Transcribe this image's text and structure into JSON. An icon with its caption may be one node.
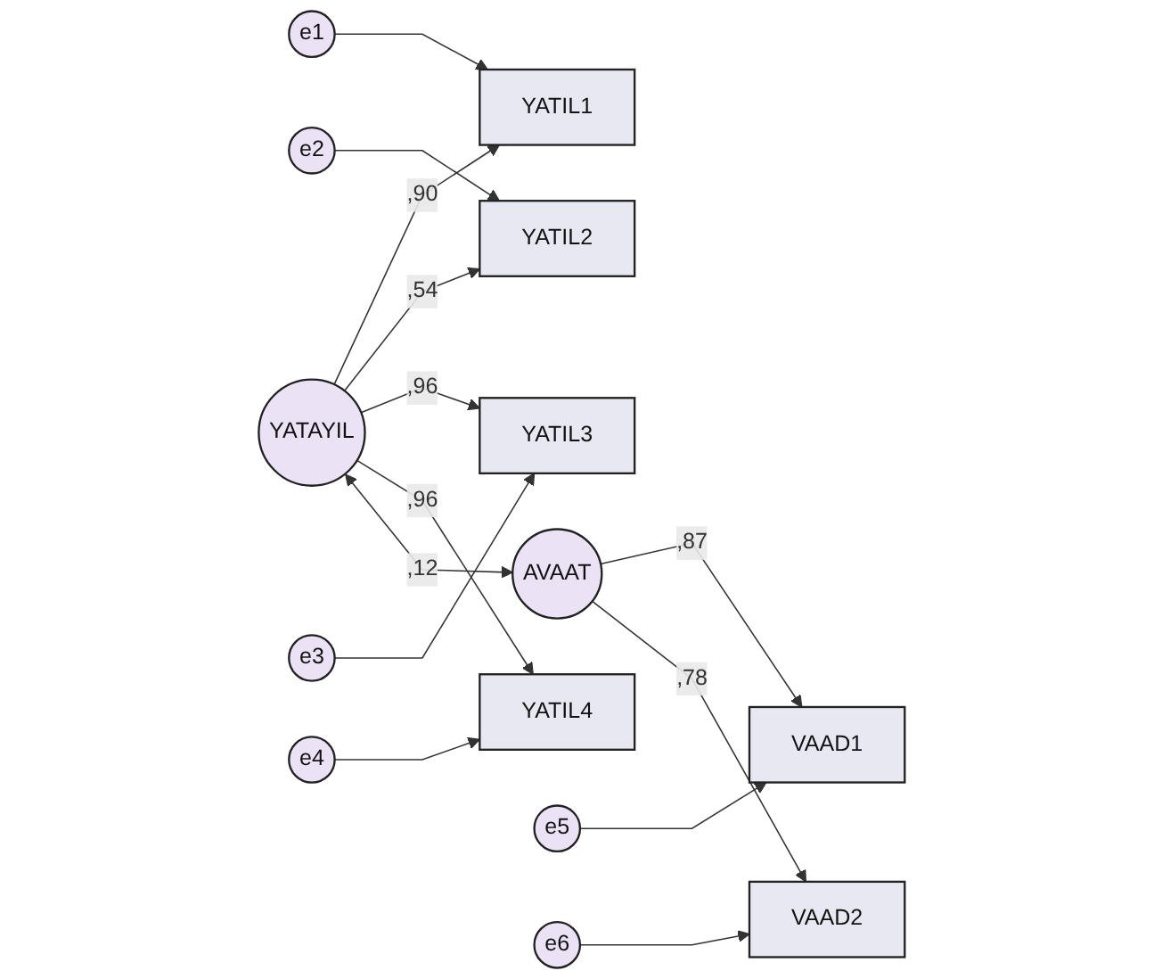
{
  "diagram": {
    "nodes": [
      {
        "text": [
          "YATAYIL"
        ]
      },
      {
        "text": [
          "YATIL1"
        ]
      },
      {
        "text": [
          "YATIL2"
        ]
      },
      {
        "text": [
          "YATIL3"
        ]
      },
      {
        "text": [
          "YATIL4"
        ]
      },
      {
        "text": [
          "e1"
        ]
      },
      {
        "text": [
          "e2"
        ]
      },
      {
        "text": [
          "e3"
        ]
      },
      {
        "text": [
          "e4"
        ]
      },
      {
        "text": [
          "AVAAT"
        ]
      },
      {
        "text": [
          "VAAD1"
        ]
      },
      {
        "text": [
          "VAAD2"
        ]
      },
      {
        "text": [
          "e5"
        ]
      },
      {
        "text": [
          "e6"
        ]
      }
    ],
    "edges": [
      {
        "from": 0,
        "to": 1,
        "arrow": "to",
        "label": ",90"
      },
      {
        "from": 0,
        "to": 2,
        "arrow": "to",
        "label": ",54"
      },
      {
        "from": 0,
        "to": 3,
        "arrow": "to",
        "label": ",96"
      },
      {
        "from": 0,
        "to": 4,
        "arrow": "to",
        "label": ",96"
      },
      {
        "from": 5,
        "to": 1,
        "arrow": "to"
      },
      {
        "from": 6,
        "to": 2,
        "arrow": "to"
      },
      {
        "from": 7,
        "to": 3,
        "arrow": "to"
      },
      {
        "from": 8,
        "to": 4,
        "arrow": "to"
      },
      {
        "from": 0,
        "to": 9,
        "arrow": "both",
        "label": ",12"
      },
      {
        "from": 9,
        "to": 10,
        "arrow": "to",
        "label": ",87"
      },
      {
        "from": 9,
        "to": 11,
        "arrow": "to",
        "label": ",78"
      },
      {
        "from": 12,
        "to": 10,
        "arrow": "to"
      },
      {
        "from": 13,
        "to": 11,
        "arrow": "to"
      }
    ]
  }
}
